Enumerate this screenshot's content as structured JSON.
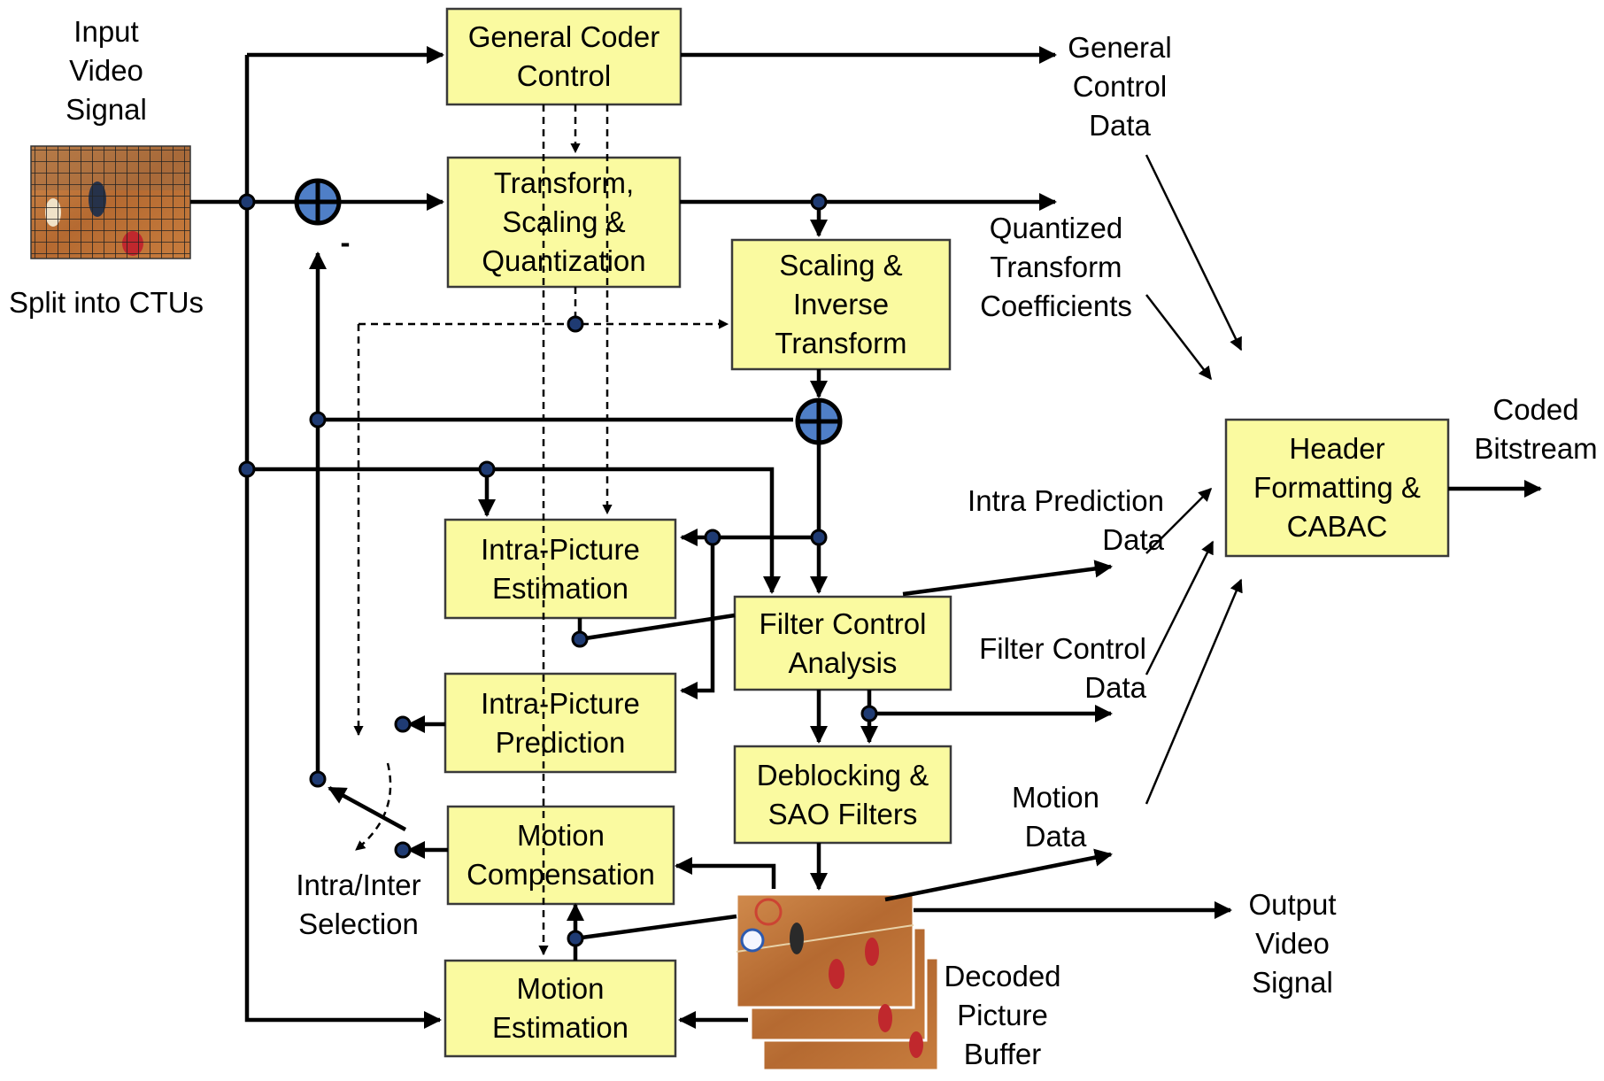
{
  "blocks": {
    "general_coder_control": "General Coder\nControl",
    "transform_scaling_quantization": "Transform,\nScaling &\nQuantization",
    "scaling_inverse_transform": "Scaling &\nInverse\nTransform",
    "intra_picture_estimation": "Intra-Picture\nEstimation",
    "intra_picture_prediction": "Intra-Picture\nPrediction",
    "filter_control_analysis": "Filter Control\nAnalysis",
    "deblocking_sao_filters": "Deblocking &\nSAO Filters",
    "motion_compensation": "Motion\nCompensation",
    "motion_estimation": "Motion\nEstimation",
    "header_formatting_cabac": "Header\nFormatting &\nCABAC"
  },
  "labels": {
    "input_video_signal": "Input\nVideo\nSignal",
    "split_into_ctus": "Split into CTUs",
    "minus_sign": "-",
    "general_control_data": "General\nControl\nData",
    "quantized_transform_coefficients": "Quantized\nTransform\nCoefficients",
    "coded_bitstream": "Coded\nBitstream",
    "intra_prediction_data": "Intra Prediction\nData",
    "filter_control_data": "Filter Control\nData",
    "motion_data": "Motion\nData",
    "intra_inter_selection": "Intra/Inter\nSelection",
    "output_video_signal": "Output\nVideo\nSignal",
    "decoded_picture_buffer": "Decoded\nPicture\nBuffer"
  },
  "colors": {
    "block_fill": "#fafaa0",
    "junction_dot": "#1f3b73",
    "summing_node": "#4f7fc7",
    "line": "#000000"
  },
  "icons": {
    "input_frame": "video-frame-with-ctu-grid-icon",
    "decoded_pictures": "stacked-video-frames-icon",
    "summing_node": "adder-plus-icon"
  }
}
